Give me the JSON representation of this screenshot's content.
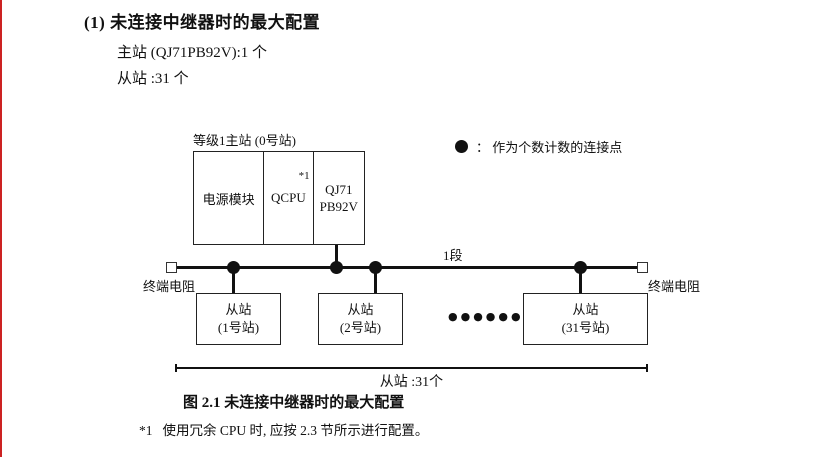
{
  "header": {
    "heading": "(1) 未连接中继器时的最大配置",
    "master_line": "主站 (QJ71PB92V):1 个",
    "slave_line": "从站 :31 个"
  },
  "diagram": {
    "master_station": {
      "label": "等级1主站 (0号站)",
      "cells": {
        "power": "电源模块",
        "cpu": "QCPU",
        "cpu_note": "*1",
        "pb_line1": "QJ71",
        "pb_line2": "PB92V"
      }
    },
    "legend": {
      "text": "：  作为个数计数的连接点"
    },
    "bus": {
      "segment_label": "1段",
      "terminator_left": "终端电阻",
      "terminator_right": "终端电阻"
    },
    "slaves": [
      {
        "line1": "从站",
        "line2": "(1号站)"
      },
      {
        "line1": "从站",
        "line2": "(2号站)"
      },
      {
        "line1": "从站",
        "line2": "(31号站)"
      }
    ],
    "ellipsis": "●●●●●●",
    "span_label": "从站 :31个"
  },
  "footer": {
    "caption": "图 2.1 未连接中继器时的最大配置",
    "footnote_marker": "*1",
    "footnote": "使用冗余 CPU 时, 应按 2.3 节所示进行配置。"
  }
}
